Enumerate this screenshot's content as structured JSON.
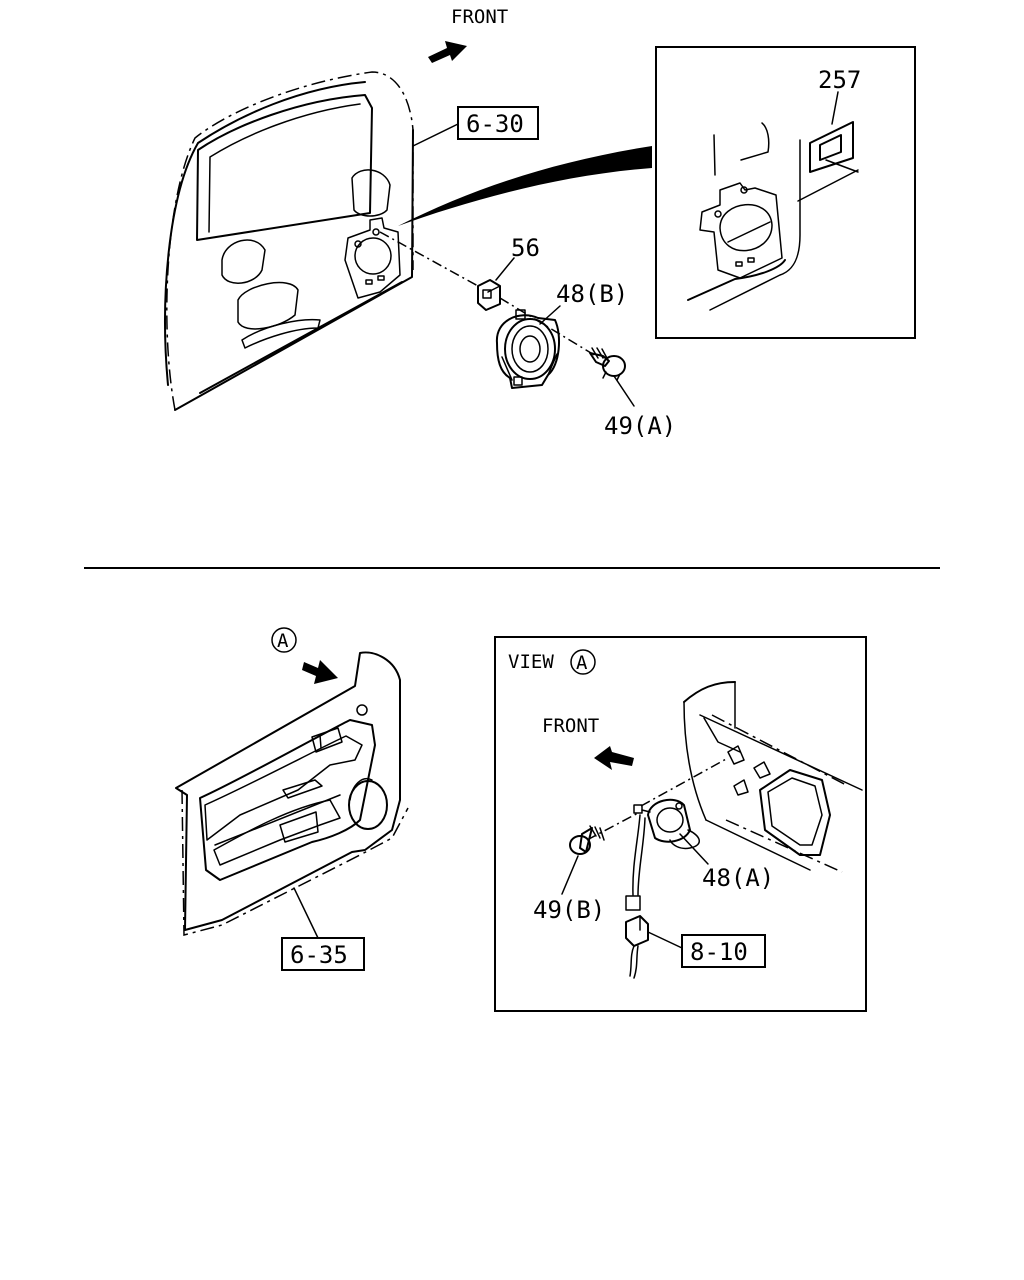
{
  "top": {
    "front_label": "FRONT",
    "ref_door": "6-30",
    "part_257": "257",
    "part_56": "56",
    "part_48b": "48(B)",
    "part_49a": "49(A)"
  },
  "bottom": {
    "view_marker": "A",
    "ref_trim": "6-35",
    "view_title": "VIEW",
    "view_marker_inset": "A",
    "front_label": "FRONT",
    "part_48a": "48(A)",
    "part_49b": "49(B)",
    "ref_harness": "8-10"
  }
}
